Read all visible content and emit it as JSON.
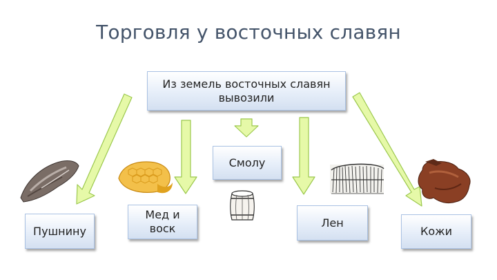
{
  "title": "Торговля у восточных славян",
  "top_box": {
    "line1": "Из земель восточных славян",
    "line2": "вывозили"
  },
  "items": {
    "resin": "Смолу",
    "furs": "Пушнину",
    "honey_wax": {
      "line1": "Мед и",
      "line2": "воск"
    },
    "flax": "Лен",
    "hides": "Кожи"
  },
  "colors": {
    "arrow_fill": "#e6f9a8",
    "arrow_stroke": "#9bc84d",
    "box_border": "#a9c1e3",
    "title": "#44546a"
  },
  "icons": [
    "fur-pelt-image",
    "honeycomb-image",
    "barrel-image",
    "flax-sheaf-image",
    "leather-hide-image"
  ]
}
